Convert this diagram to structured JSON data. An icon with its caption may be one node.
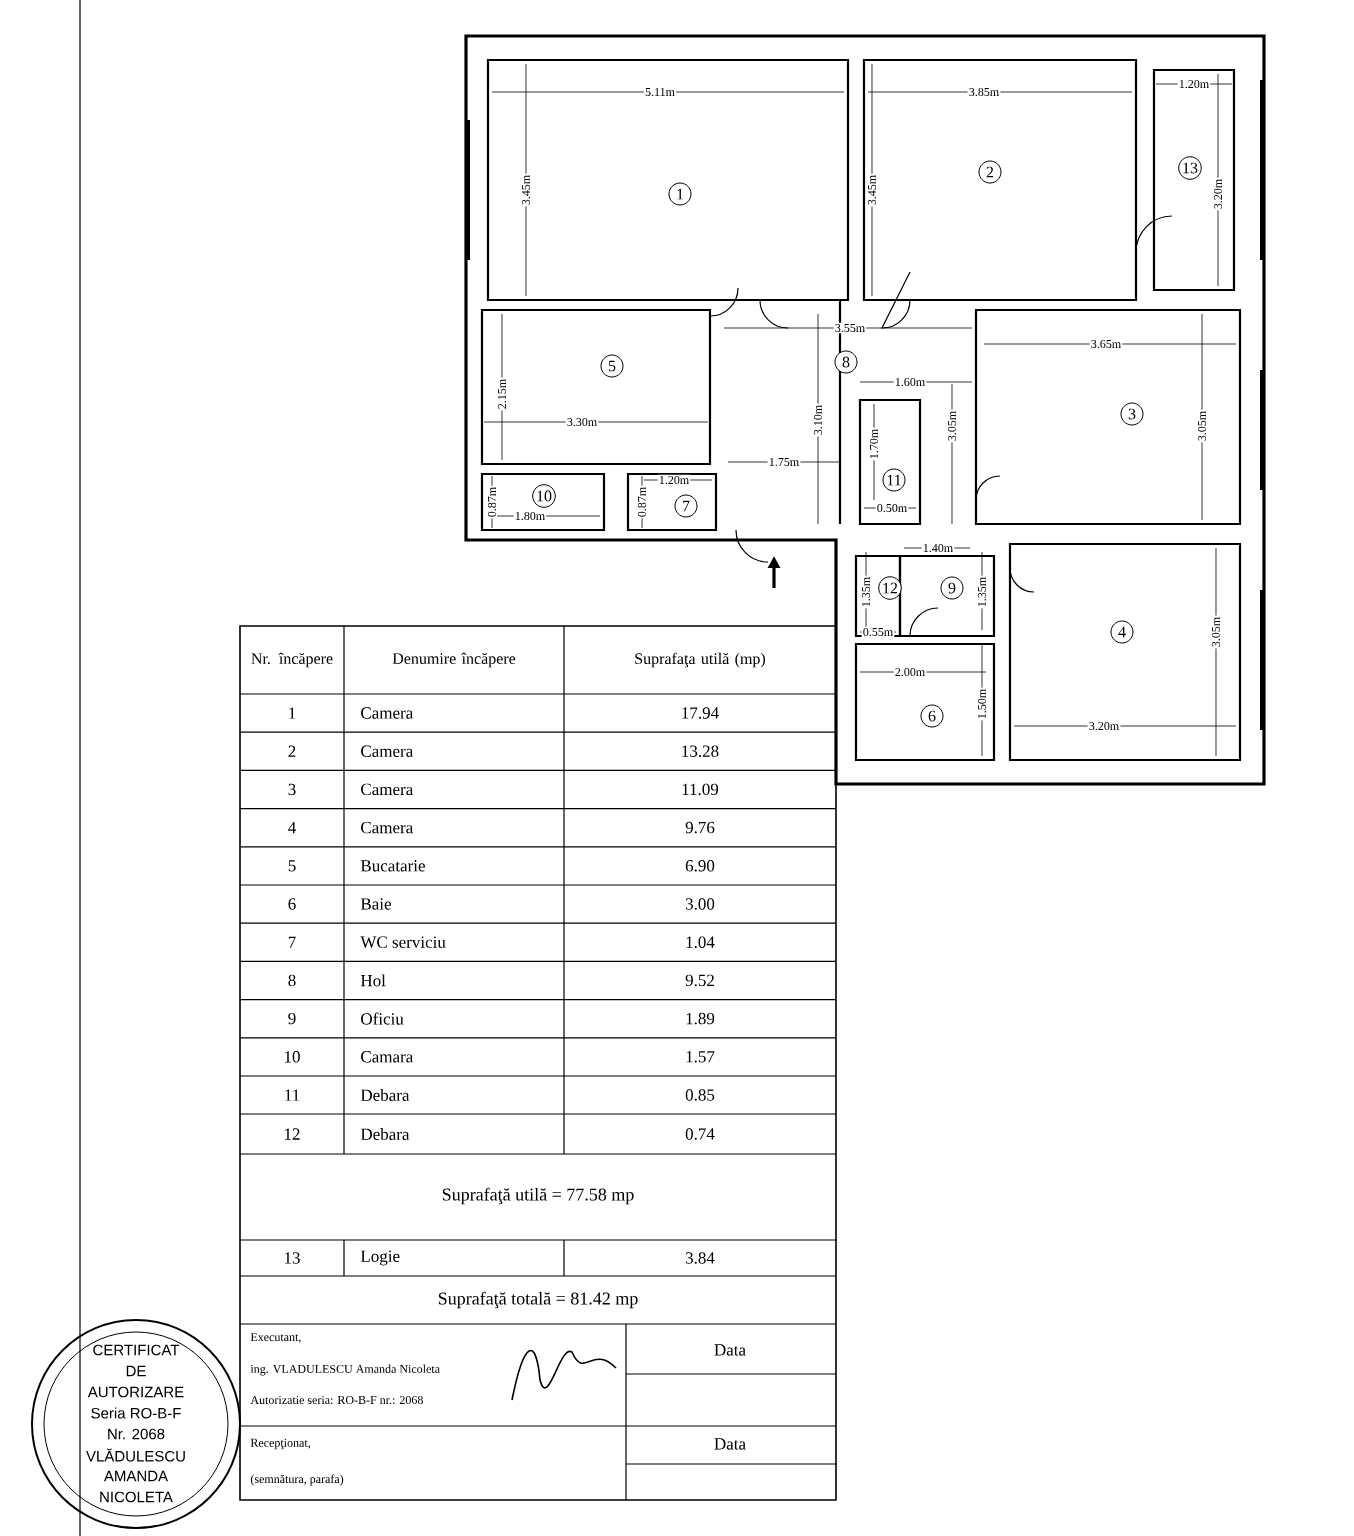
{
  "diagram": {
    "labels": [
      "5.11m",
      "3.85m",
      "1.20m",
      "2",
      "13",
      "3.45m",
      "3.45m",
      "3.20m",
      "1",
      "3.55m",
      "3.65m",
      "5",
      "8",
      "1.60m",
      "2.15m",
      "3.30m",
      "3.10m",
      "3.05m",
      "3",
      "3.05m",
      "1.70m",
      "1.75m",
      "1.20m",
      "11",
      "10",
      "0.87m",
      "0.87m",
      "7",
      "0.50m",
      "1.80m",
      "1.40m",
      "12",
      "9",
      "1.35m",
      "1.35m",
      "4",
      "3.05m",
      "0.55m",
      "2.00m",
      "6",
      "1.50m",
      "3.20m",
      "Nr. încăpere",
      "Denumire încăpere",
      "Suprafaţa utilă (mp)",
      "1",
      "Camera",
      "17.94",
      "2",
      "Camera",
      "13.28",
      "3",
      "Camera",
      "11.09",
      "4",
      "Camera",
      "9.76",
      "5",
      "Bucatarie",
      "6.90",
      "6",
      "Baie",
      "3.00",
      "7",
      "WC serviciu",
      "1.04",
      "8",
      "Hol",
      "9.52",
      "9",
      "Oficiu",
      "1.89",
      "10",
      "Camara",
      "1.57",
      "11",
      "Debara",
      "0.85",
      "12",
      "Debara",
      "0.74",
      "Suprafaţă utilă = 77.58 mp",
      "13",
      "Logie",
      "3.84",
      "Suprafaţă totală = 81.42 mp",
      "Executant,",
      "Data",
      "ing. VLADULESCU Amanda Nicoleta",
      "Autorizatie seria: RO-B-F nr.: 2068",
      "Recepţionat,",
      "Data",
      "(semnătura, parafa)",
      "CERTIFICAT",
      "DE",
      "AUTORIZARE",
      "Seria RO-B-F",
      "Nr. 2068",
      "VLĂDULESCU",
      "AMANDA",
      "NICOLETA"
    ]
  }
}
